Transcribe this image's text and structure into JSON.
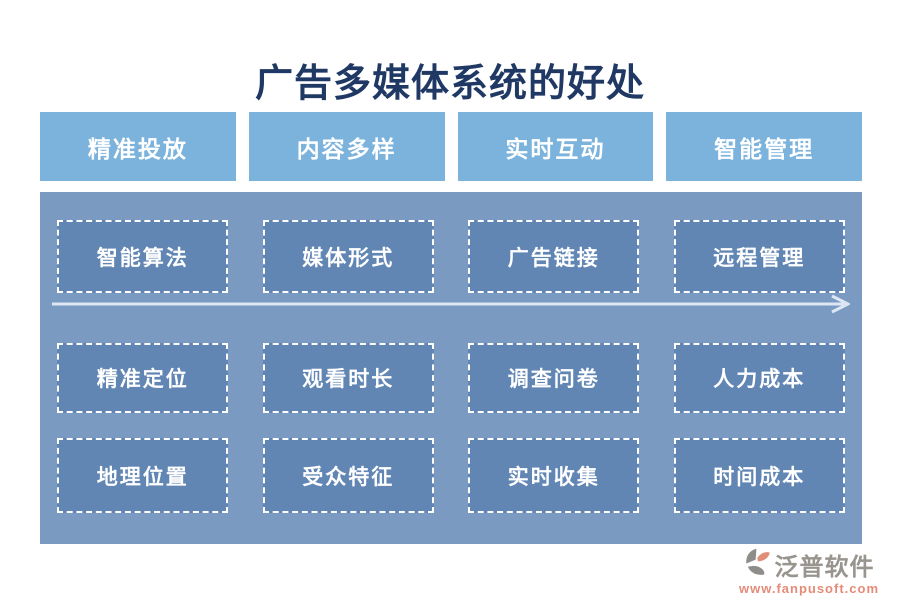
{
  "title": "广告多媒体系统的好处",
  "colors": {
    "title": "#1F3864",
    "header_bg": "#7BB3DC",
    "panel_bg": "#7B9AC1",
    "box_bg": "#6286B4",
    "box_border": "#FFFFFF",
    "arrow": "#DDE7F3",
    "watermark_brand": "#98948E",
    "watermark_url": "#E58B78"
  },
  "columns": [
    {
      "header": "精准投放",
      "items": [
        "智能算法",
        "精准定位",
        "地理位置"
      ]
    },
    {
      "header": "内容多样",
      "items": [
        "媒体形式",
        "观看时长",
        "受众特征"
      ]
    },
    {
      "header": "实时互动",
      "items": [
        "广告链接",
        "调查问卷",
        "实时收集"
      ]
    },
    {
      "header": "智能管理",
      "items": [
        "远程管理",
        "人力成本",
        "时间成本"
      ]
    }
  ],
  "arrow": {
    "direction": "right",
    "icon": "right-arrow-icon"
  },
  "watermark": {
    "brand": "泛普软件",
    "url": "www.fanpusoft.com"
  }
}
